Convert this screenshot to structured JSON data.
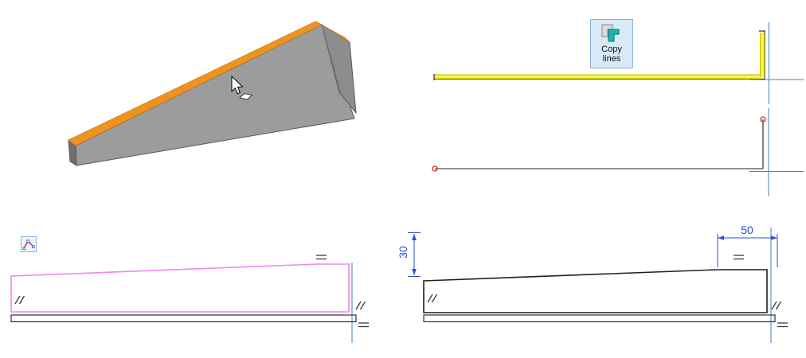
{
  "workspace": {
    "background_color": "#ffffff"
  },
  "colors": {
    "highlight_orange": "#ef9320",
    "part_gray": "#9c9c9c",
    "part_gray_dark": "#8d8d8d",
    "part_gray_cap": "#6f6f6f",
    "edge_gray": "#5a5a5a",
    "sketch_line": "#1f1f1f",
    "highlight_yellow": "#f8f83c",
    "highlight_yellow_edge": "#b9b900",
    "construction_blue": "#3f80c2",
    "dimension_blue": "#2b4fd0",
    "selection_pink": "#ef86ee",
    "vertex_red": "#d92b2b",
    "constraint_gray": "#3a3a3a",
    "button_background": "#d8e9f8",
    "button_border": "#8ab0da",
    "icon_teal": "#1fb3b3"
  },
  "buttons": {
    "copy_lines": {
      "label_line1": "Copy",
      "label_line2": "lines",
      "icon": "copy-lines-icon"
    },
    "sketch_tool": {
      "icon": "polyline-sketch-icon"
    }
  },
  "sketch_dimensioned": {
    "dim_width": {
      "value": "50"
    },
    "dim_height": {
      "value": "30"
    }
  },
  "icons": {
    "copy_lines": "copy-lines-icon",
    "sketch_tool": "polyline-sketch-icon",
    "cursor": "arrow-pointer-icon",
    "cursor_badge": "face-pick-icon",
    "parallel_constraint": "parallel-constraint-icon",
    "horizontal_constraint": "equal-constraint-icon",
    "vertex_marker": "vertex-circle-icon"
  }
}
